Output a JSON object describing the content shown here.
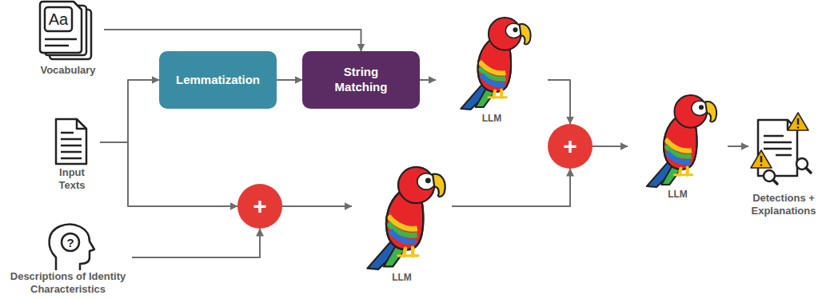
{
  "diagram": {
    "nodes": [
      {
        "text": [
          "Vocabulary"
        ]
      },
      {
        "text": [
          "Lemmatization"
        ]
      },
      {
        "text": [
          "String Matching"
        ]
      },
      {
        "text": [
          "LLM"
        ]
      },
      {
        "text": [
          "Input Texts"
        ]
      },
      {
        "text": [
          "+"
        ]
      },
      {
        "text": [
          "LLM"
        ]
      },
      {
        "text": [
          "Detections + Explanations"
        ]
      },
      {
        "text": [
          "+"
        ]
      },
      {
        "text": [
          "LLM"
        ]
      },
      {
        "text": [
          "Descriptions of Identity Characteristics"
        ]
      }
    ],
    "edges": [
      {
        "from": 0,
        "to": 2,
        "arrow": "to"
      },
      {
        "from": 4,
        "to": 1,
        "arrow": "to"
      },
      {
        "from": 1,
        "to": 2,
        "arrow": "to"
      },
      {
        "from": 2,
        "to": 3,
        "arrow": "to"
      },
      {
        "from": 4,
        "to": 8,
        "arrow": "to"
      },
      {
        "from": 10,
        "to": 8,
        "arrow": "to"
      },
      {
        "from": 8,
        "to": 9,
        "arrow": "to"
      },
      {
        "from": 3,
        "to": 5,
        "arrow": "to"
      },
      {
        "from": 9,
        "to": 5,
        "arrow": "to"
      },
      {
        "from": 5,
        "to": 6,
        "arrow": "to"
      },
      {
        "from": 6,
        "to": 7,
        "arrow": "to"
      }
    ],
    "labels": [
      "Aa",
      "?"
    ]
  }
}
